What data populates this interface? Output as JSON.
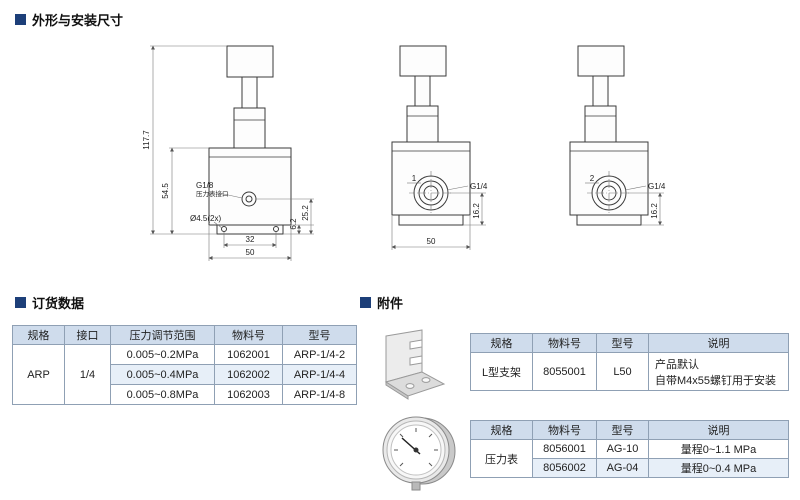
{
  "sections": {
    "dimensions_title": "外形与安装尺寸",
    "ordering_title": "订货数据",
    "accessories_title": "附件"
  },
  "drawing": {
    "view1": {
      "dim_total_height": "117.7",
      "dim_body_height": "54.5",
      "port_label": "G1/8",
      "port_sublabel": "压力表接口",
      "hole_label": "Ø4.5(2x)",
      "dim_hole_offset": "6.2",
      "dim_port_height": "25.2",
      "dim_hole_span": "32",
      "dim_width": "50"
    },
    "view2": {
      "port_number": "1",
      "thread_label": "G1/4",
      "dim_width": "50",
      "dim_port_height": "16.2"
    },
    "view3": {
      "port_number": "2",
      "thread_label": "G1/4",
      "dim_port_height": "16.2"
    }
  },
  "ordering_table": {
    "headers": [
      "规格",
      "接口",
      "压力调节范围",
      "物料号",
      "型号"
    ],
    "spec": "ARP",
    "port": "1/4",
    "rows": [
      {
        "range": "0.005~0.2MPa",
        "part_no": "1062001",
        "model": "ARP-1/4-2"
      },
      {
        "range": "0.005~0.4MPa",
        "part_no": "1062002",
        "model": "ARP-1/4-4"
      },
      {
        "range": "0.005~0.8MPa",
        "part_no": "1062003",
        "model": "ARP-1/4-8"
      }
    ]
  },
  "bracket_table": {
    "headers": [
      "规格",
      "物料号",
      "型号",
      "说明"
    ],
    "spec": "L型支架",
    "part_no": "8055001",
    "model": "L50",
    "desc_line1": "产品默认",
    "desc_line2": "自带M4x55螺钉用于安装"
  },
  "gauge_table": {
    "headers": [
      "规格",
      "物料号",
      "型号",
      "说明"
    ],
    "spec": "压力表",
    "rows": [
      {
        "part_no": "8056001",
        "model": "AG-10",
        "desc": "量程0~1.1 MPa"
      },
      {
        "part_no": "8056002",
        "model": "AG-04",
        "desc": "量程0~0.4 MPa"
      }
    ]
  },
  "colors": {
    "accent": "#1d3f79",
    "table_header_bg": "#cfdcec",
    "table_alt_bg": "#e7eff8",
    "table_border": "#8fa0b4"
  }
}
